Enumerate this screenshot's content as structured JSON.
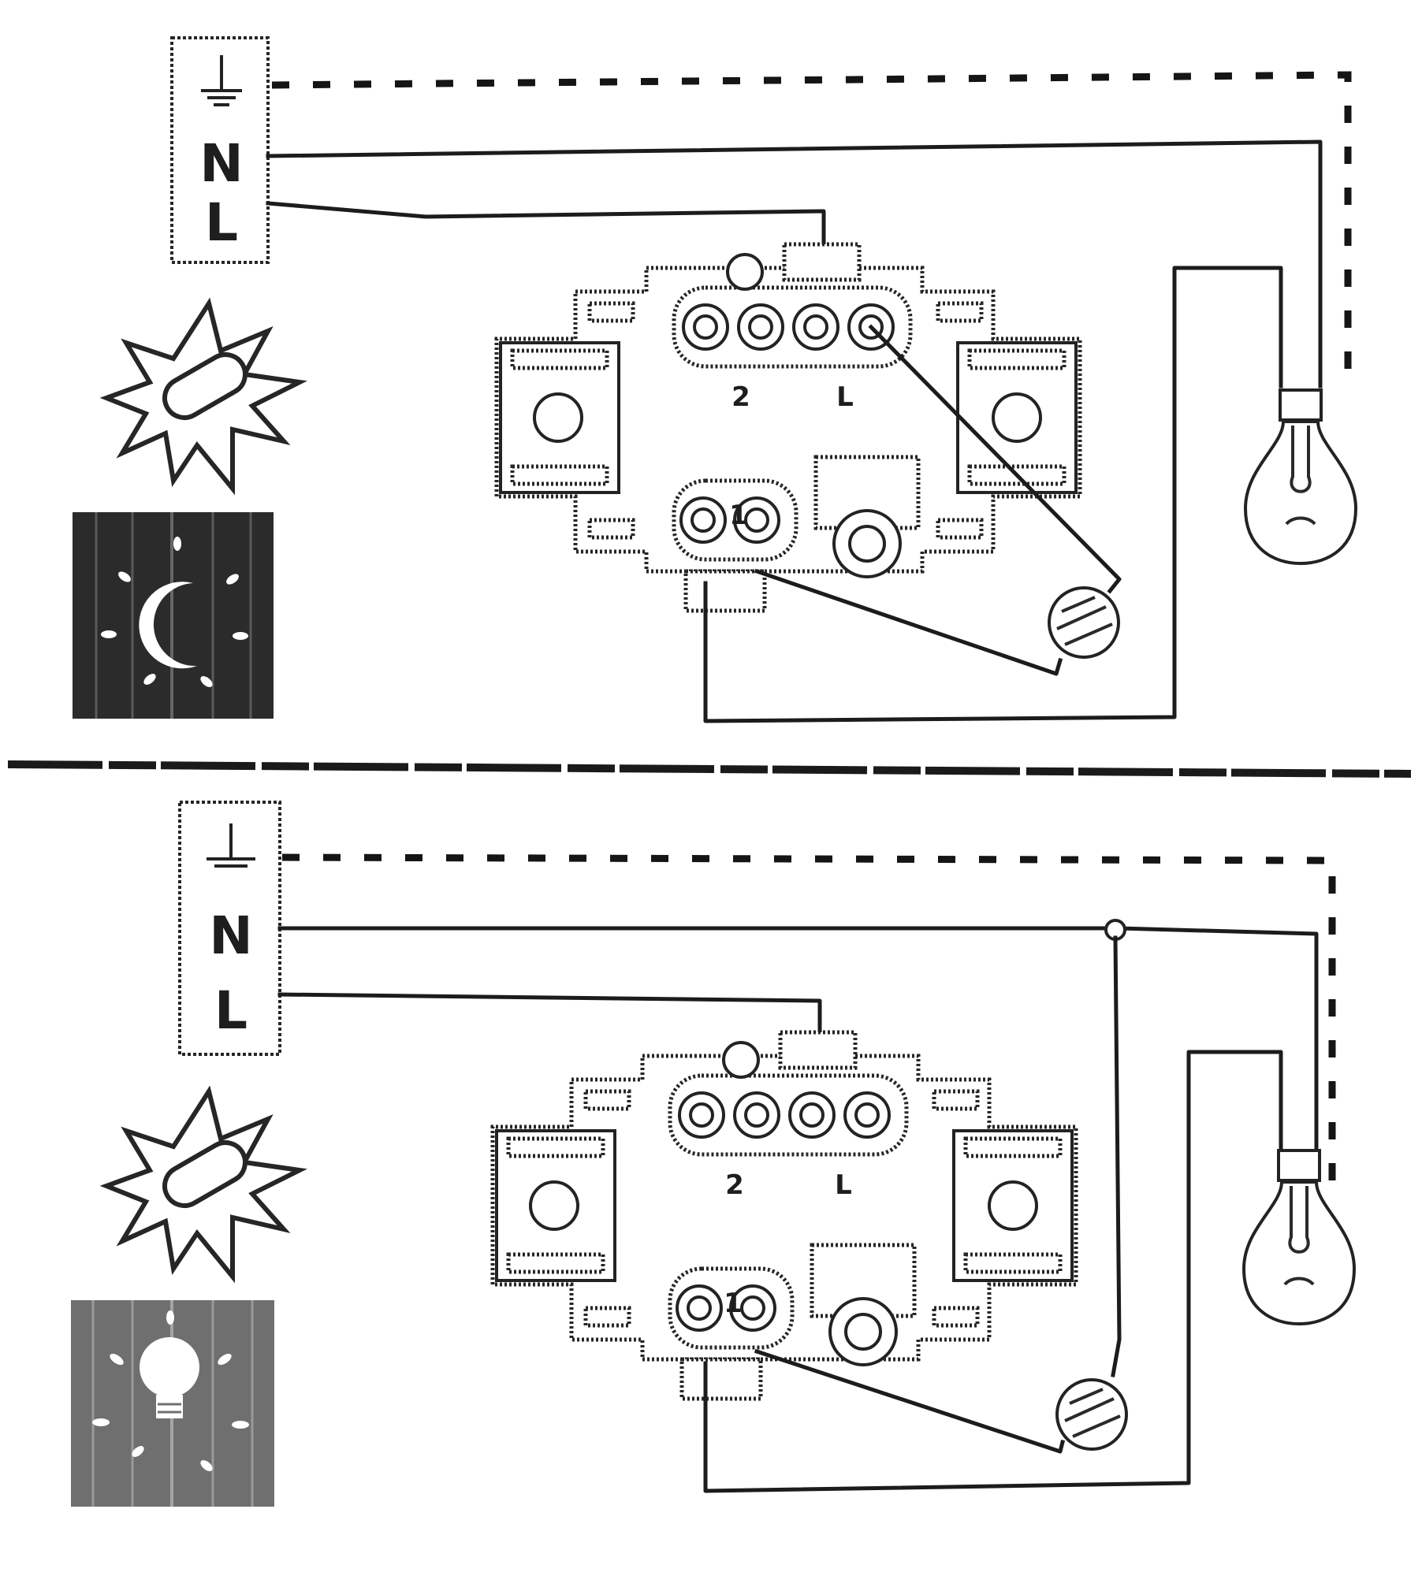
{
  "panels": [
    {
      "id": "top",
      "supply_labels": [
        "N",
        "L"
      ],
      "terminal_labels": {
        "t2": "2",
        "tL": "L",
        "t1": "1"
      },
      "indicator": "moon",
      "state": "night"
    },
    {
      "id": "bottom",
      "supply_labels": [
        "N",
        "L"
      ],
      "terminal_labels": {
        "t2": "2",
        "tL": "L",
        "t1": "1"
      },
      "indicator": "bulb",
      "state": "lamp-on"
    }
  ],
  "icons": [
    "earth-symbol-icon",
    "sun-icon",
    "moon-icon",
    "lightbulb-icon",
    "lamp-icon",
    "sensor-icon"
  ],
  "colors": {
    "ink": "#1c1c1c",
    "paper": "#ffffff",
    "dark_panel": "#2b2b2b",
    "grey_panel": "#6f6f6f"
  }
}
